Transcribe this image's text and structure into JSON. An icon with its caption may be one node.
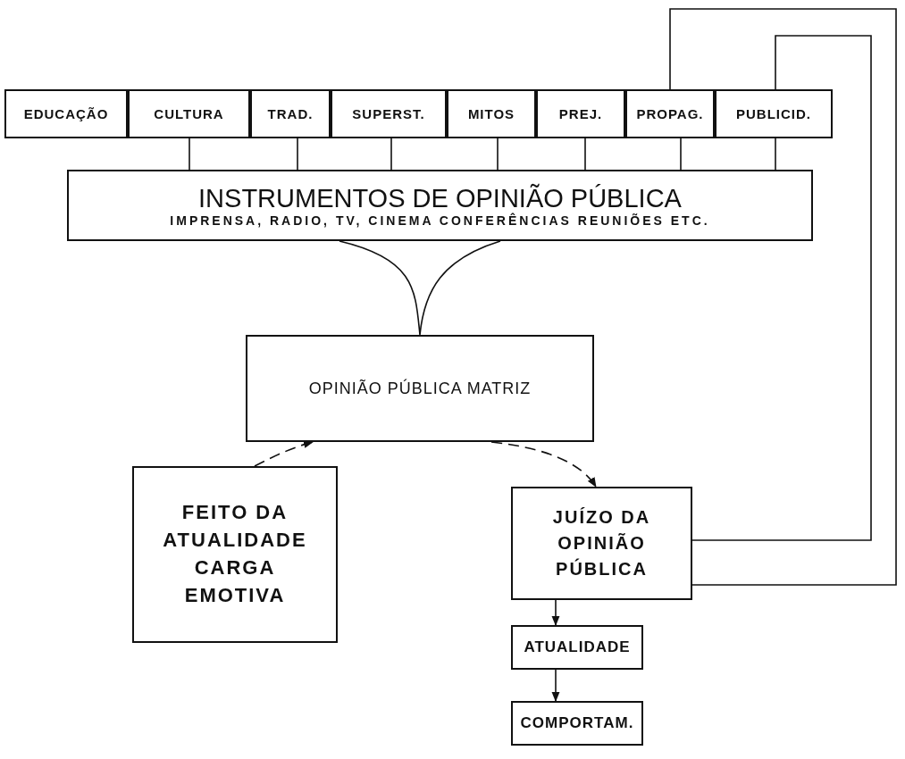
{
  "diagram": {
    "nodes": [
      {
        "text": [
          "EDUCAÇÃO"
        ]
      },
      {
        "text": [
          "CULTURA"
        ]
      },
      {
        "text": [
          "TRAD."
        ]
      },
      {
        "text": [
          "SUPERST."
        ]
      },
      {
        "text": [
          "MITOS"
        ]
      },
      {
        "text": [
          "PREJ."
        ]
      },
      {
        "text": [
          "PROPAG."
        ]
      },
      {
        "text": [
          "PUBLICID."
        ]
      },
      {
        "text": [
          "INSTRUMENTOS DE OPINIÃO PÚBLICA",
          "IMPRENSA, RADIO, TV, CINEMA CONFERÊNCIAS REUNIÕES ETC."
        ]
      },
      {
        "text": [
          "OPINIÃO PÚBLICA MATRIZ"
        ]
      },
      {
        "text": [
          "FEITO DA ATUALIDADE CARGA EMOTIVA"
        ]
      },
      {
        "text": [
          "JUÍZO DA OPINIÃO PÚBLICA"
        ]
      },
      {
        "text": [
          "ATUALIDADE"
        ]
      },
      {
        "text": [
          "COMPORTAM."
        ]
      }
    ],
    "edges": [
      {
        "from": 1,
        "to": 8,
        "arrow": "none"
      },
      {
        "from": 2,
        "to": 8,
        "arrow": "none"
      },
      {
        "from": 3,
        "to": 8,
        "arrow": "none"
      },
      {
        "from": 4,
        "to": 8,
        "arrow": "none"
      },
      {
        "from": 5,
        "to": 8,
        "arrow": "none"
      },
      {
        "from": 6,
        "to": 8,
        "arrow": "none"
      },
      {
        "from": 7,
        "to": 8,
        "arrow": "none"
      },
      {
        "from": 8,
        "to": 9,
        "arrow": "none"
      },
      {
        "from": 10,
        "to": 9,
        "arrow": "to",
        "style": "dashed"
      },
      {
        "from": 9,
        "to": 11,
        "arrow": "to",
        "style": "dashed"
      },
      {
        "from": 11,
        "to": 7,
        "arrow": "none"
      },
      {
        "from": 11,
        "to": 6,
        "arrow": "none"
      },
      {
        "from": 11,
        "to": 12,
        "arrow": "to"
      },
      {
        "from": 12,
        "to": 13,
        "arrow": "to"
      }
    ]
  }
}
